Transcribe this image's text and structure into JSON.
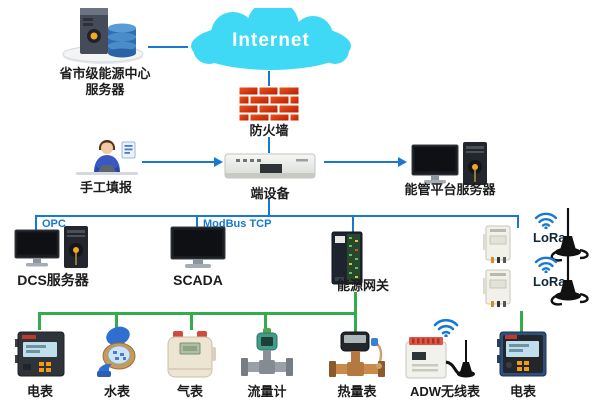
{
  "colors": {
    "line_blue": "#1879d0",
    "line_green": "#33ad4b",
    "cloud_cyan": "#3fd9f6",
    "firewall_red": "#d63413",
    "label_text": "#1c1c1c",
    "protocol_text": "#1879d0"
  },
  "nodes": {
    "center_server": {
      "label1": "省市级能源中心",
      "label2": "服务器"
    },
    "internet": {
      "label": "Internet"
    },
    "firewall": {
      "label": "防火墙"
    },
    "manual_entry": {
      "label": "手工填报"
    },
    "end_device": {
      "label": "端设备"
    },
    "platform_server": {
      "label": "能管平台服务器"
    },
    "dcs_server": {
      "label": "DCS服务器"
    },
    "scada": {
      "label": "SCADA"
    },
    "gateway": {
      "label": "能源网关"
    },
    "lora1": {
      "label": "LoRa"
    },
    "lora2": {
      "label": "LoRa"
    },
    "meter_electric_left": {
      "label": "电表"
    },
    "meter_water": {
      "label": "水表"
    },
    "meter_gas": {
      "label": "气表"
    },
    "meter_flow": {
      "label": "流量计"
    },
    "meter_heat": {
      "label": "热量表"
    },
    "meter_adw": {
      "label": "ADW无线表"
    },
    "meter_electric_right": {
      "label": "电表"
    }
  },
  "protocols": {
    "opc": "OPC",
    "modbus": "ModBus TCP"
  }
}
